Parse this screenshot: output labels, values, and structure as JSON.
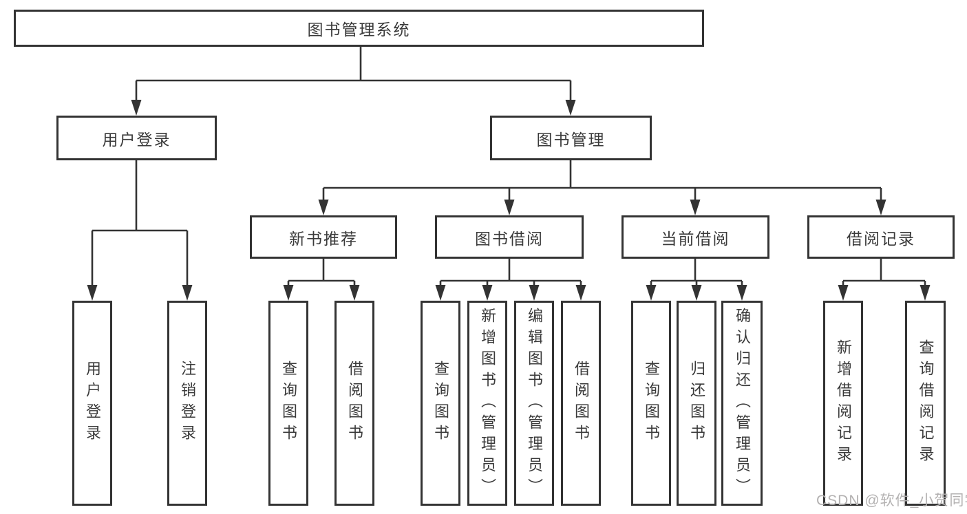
{
  "diagram": {
    "title": "图书管理系统",
    "root": {
      "label": "图书管理系统"
    },
    "level2": [
      {
        "id": "user-login",
        "label": "用户登录"
      },
      {
        "id": "book-management",
        "label": "图书管理"
      }
    ],
    "level3": [
      {
        "id": "new-book-recommend",
        "label": "新书推荐"
      },
      {
        "id": "book-borrow",
        "label": "图书借阅"
      },
      {
        "id": "current-borrow",
        "label": "当前借阅"
      },
      {
        "id": "borrow-records",
        "label": "借阅记录"
      }
    ],
    "leaves": {
      "user_login": [
        "用户登录",
        "注销登录"
      ],
      "new_book_recommend": [
        "查询图书",
        "借阅图书"
      ],
      "book_borrow": [
        "查询图书",
        "新增图书（管理员）",
        "编辑图书（管理员）",
        "借阅图书"
      ],
      "current_borrow": [
        "查询图书",
        "归还图书",
        "确认归还（管理员）"
      ],
      "borrow_records": [
        "新增借阅记录",
        "查询借阅记录"
      ]
    },
    "watermark": "CSDN @软件_小贺同学",
    "colors": {
      "line": "#333333",
      "text": "#3a3a3a",
      "watermark": "#b3b1b1",
      "background": "#ffffff"
    }
  }
}
